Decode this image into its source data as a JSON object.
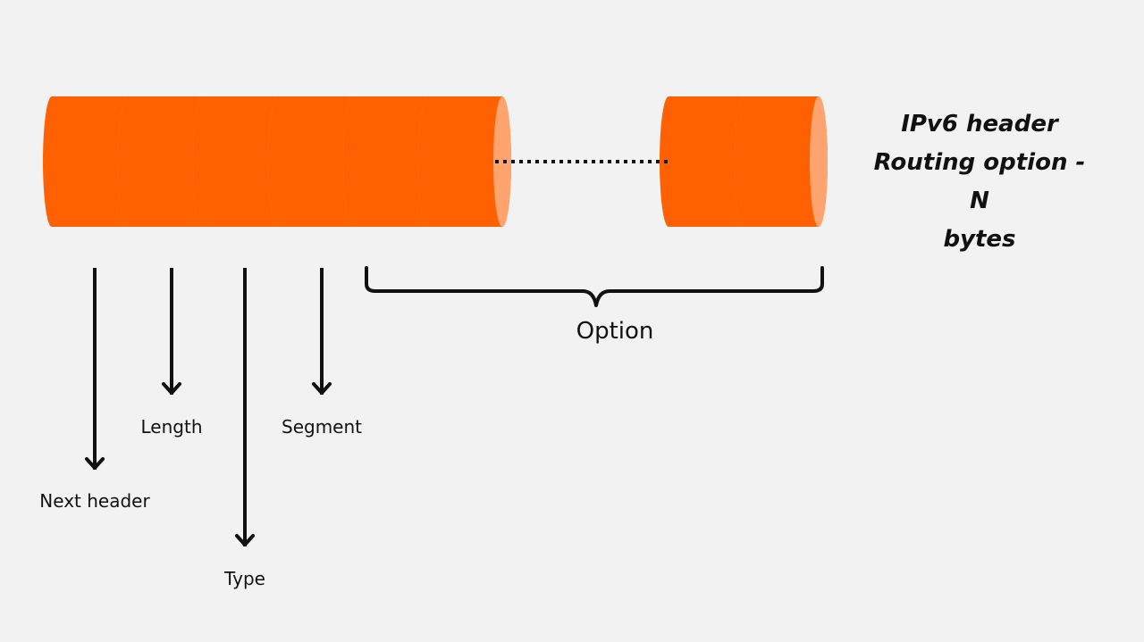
{
  "title": {
    "line1": "IPv6 header",
    "line2": "Routing option - N",
    "line3": "bytes"
  },
  "fields": {
    "next_header": "Next header",
    "length": "Length",
    "type": "Type",
    "segment": "Segment",
    "option": "Option"
  },
  "colors": {
    "byte_body": "#ff6100",
    "byte_face": "#ffa46f",
    "background": "#f2f2f2",
    "ink": "#111111"
  }
}
